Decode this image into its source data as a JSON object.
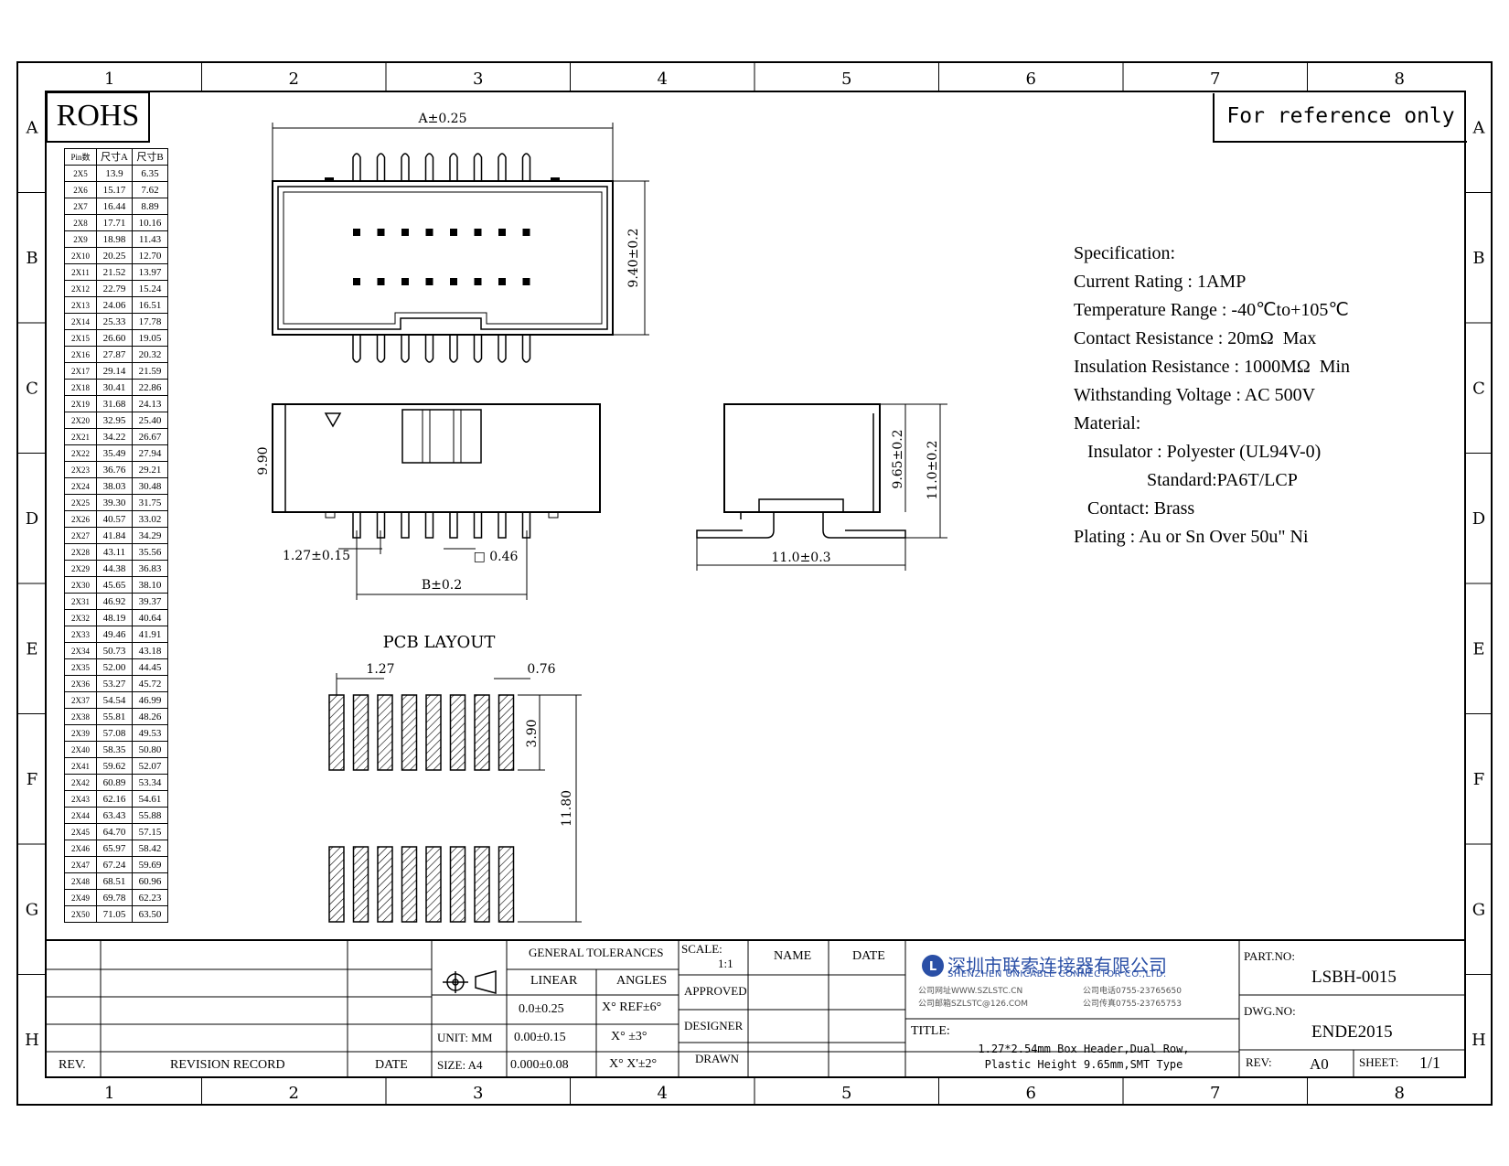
{
  "grid": {
    "cols": [
      "1",
      "2",
      "3",
      "4",
      "5",
      "6",
      "7",
      "8"
    ],
    "rows": [
      "A",
      "B",
      "C",
      "D",
      "E",
      "F",
      "G",
      "H"
    ]
  },
  "rohs": "ROHS",
  "reference": "For reference only",
  "pin_table": {
    "headers": [
      "Pin数",
      "尺寸A",
      "尺寸B"
    ],
    "rows": [
      [
        "2X5",
        "13.9",
        "6.35"
      ],
      [
        "2X6",
        "15.17",
        "7.62"
      ],
      [
        "2X7",
        "16.44",
        "8.89"
      ],
      [
        "2X8",
        "17.71",
        "10.16"
      ],
      [
        "2X9",
        "18.98",
        "11.43"
      ],
      [
        "2X10",
        "20.25",
        "12.70"
      ],
      [
        "2X11",
        "21.52",
        "13.97"
      ],
      [
        "2X12",
        "22.79",
        "15.24"
      ],
      [
        "2X13",
        "24.06",
        "16.51"
      ],
      [
        "2X14",
        "25.33",
        "17.78"
      ],
      [
        "2X15",
        "26.60",
        "19.05"
      ],
      [
        "2X16",
        "27.87",
        "20.32"
      ],
      [
        "2X17",
        "29.14",
        "21.59"
      ],
      [
        "2X18",
        "30.41",
        "22.86"
      ],
      [
        "2X19",
        "31.68",
        "24.13"
      ],
      [
        "2X20",
        "32.95",
        "25.40"
      ],
      [
        "2X21",
        "34.22",
        "26.67"
      ],
      [
        "2X22",
        "35.49",
        "27.94"
      ],
      [
        "2X23",
        "36.76",
        "29.21"
      ],
      [
        "2X24",
        "38.03",
        "30.48"
      ],
      [
        "2X25",
        "39.30",
        "31.75"
      ],
      [
        "2X26",
        "40.57",
        "33.02"
      ],
      [
        "2X27",
        "41.84",
        "34.29"
      ],
      [
        "2X28",
        "43.11",
        "35.56"
      ],
      [
        "2X29",
        "44.38",
        "36.83"
      ],
      [
        "2X30",
        "45.65",
        "38.10"
      ],
      [
        "2X31",
        "46.92",
        "39.37"
      ],
      [
        "2X32",
        "48.19",
        "40.64"
      ],
      [
        "2X33",
        "49.46",
        "41.91"
      ],
      [
        "2X34",
        "50.73",
        "43.18"
      ],
      [
        "2X35",
        "52.00",
        "44.45"
      ],
      [
        "2X36",
        "53.27",
        "45.72"
      ],
      [
        "2X37",
        "54.54",
        "46.99"
      ],
      [
        "2X38",
        "55.81",
        "48.26"
      ],
      [
        "2X39",
        "57.08",
        "49.53"
      ],
      [
        "2X40",
        "58.35",
        "50.80"
      ],
      [
        "2X41",
        "59.62",
        "52.07"
      ],
      [
        "2X42",
        "60.89",
        "53.34"
      ],
      [
        "2X43",
        "62.16",
        "54.61"
      ],
      [
        "2X44",
        "63.43",
        "55.88"
      ],
      [
        "2X45",
        "64.70",
        "57.15"
      ],
      [
        "2X46",
        "65.97",
        "58.42"
      ],
      [
        "2X47",
        "67.24",
        "59.69"
      ],
      [
        "2X48",
        "68.51",
        "60.96"
      ],
      [
        "2X49",
        "69.78",
        "62.23"
      ],
      [
        "2X50",
        "71.05",
        "63.50"
      ]
    ]
  },
  "dims": {
    "a": "A±0.25",
    "h940": "9.40±0.2",
    "h990": "9.90",
    "pitch": "1.27±0.15",
    "pin": "□ 0.46",
    "b": "B±0.2",
    "h965": "9.65±0.2",
    "h110": "11.0±0.2",
    "w110": "11.0±0.3",
    "pcb_title": "PCB LAYOUT",
    "pcb_pitch": "1.27",
    "pcb_pad": "0.76",
    "pcb_padlen": "3.90",
    "pcb_total": "11.80"
  },
  "spec": [
    "Specification:",
    "Current Rating : 1AMP",
    "Temperature Range : -40℃to+105℃",
    "Contact Resistance : 20mΩ  Max",
    "Insulation Resistance : 1000MΩ  Min",
    "Withstanding Voltage : AC 500V",
    "Material:",
    "   Insulator : Polyester (UL94V-0)",
    "                Standard:PA6T/LCP",
    "   Contact: Brass",
    "Plating : Au or Sn Over 50u\" Ni"
  ],
  "title_block": {
    "rev": "REV.",
    "revision_record": "REVISION RECORD",
    "date": "DATE",
    "general_tolerances": "GENERAL TOLERANCES",
    "linear": "LINEAR",
    "angles": "ANGLES",
    "tol_linear": [
      "0.0±0.25",
      "0.00±0.15",
      "0.000±0.08"
    ],
    "tol_angles": [
      "X° REF±6°",
      "X° ±3°",
      "X° X'±2°"
    ],
    "unit": "UNIT: MM",
    "size": "SIZE: A4",
    "scale_label": "SCALE:",
    "scale_value": "1:1",
    "name": "NAME",
    "date2": "DATE",
    "approved": "APPROVED",
    "designer": "DESIGNER",
    "drawn": "DRAWN",
    "company_cn": "深圳市联索连接器有限公司",
    "company_en": "SHENZHEN UNICABLE CONNECTOR CO.,LTD.",
    "web": "公司网址WWW.SZLSTC.CN",
    "mail": "公司邮箱SZLSTC@126.COM",
    "tel": "公司电话0755-23765650",
    "fax": "公司传真0755-23765753",
    "title_label": "TITLE:",
    "title_line1": "1.27*2.54mm Box Header,Dual Row,",
    "title_line2": "Plastic Height 9.65mm,SMT Type",
    "part_no_label": "PART.NO:",
    "part_no": "LSBH-0015",
    "dwg_no_label": "DWG.NO:",
    "dwg_no": "ENDE2015",
    "rev_label": "REV:",
    "rev_value": "A0",
    "sheet_label": "SHEET:",
    "sheet_value": "1/1"
  }
}
